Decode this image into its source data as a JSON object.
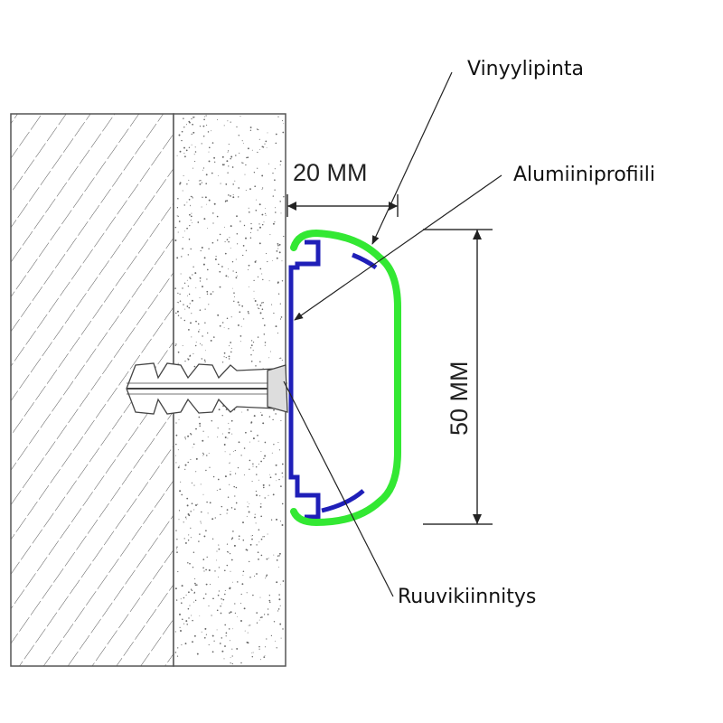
{
  "labels": {
    "vinyl_surface": "Vinyylipinta",
    "aluminium_profile": "Alumiiniprofiili",
    "screw_fixing": "Ruuvikiinnitys"
  },
  "dimensions": {
    "depth": "20 MM",
    "height": "50 MM"
  },
  "colors": {
    "vinyl": "#33e833",
    "aluminium": "#1f1fb8",
    "line": "#333333",
    "hatch": "#444444",
    "speckle": "#666666"
  }
}
